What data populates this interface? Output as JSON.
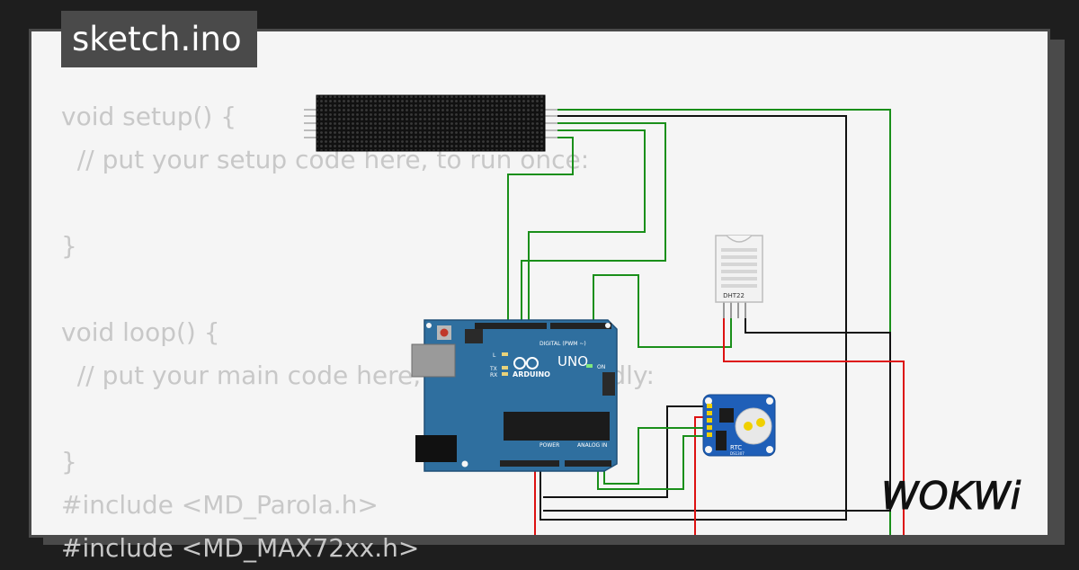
{
  "title": "sketch.ino",
  "code_lines": [
    "void setup() {",
    "  // put your setup code here, to run once:",
    "",
    "}",
    "",
    "void loop() {",
    "  // put your main code here, to run repeatedly:",
    "",
    "}",
    "#include <MD_Parola.h>",
    "#include <MD_MAX72xx.h>"
  ],
  "logo_text": "WOKWi",
  "components": {
    "arduino": {
      "brand": "ARDUINO",
      "model": "UNO",
      "digital_label": "DIGITAL (PWM ~)",
      "power_label": "POWER",
      "analog_label": "ANALOG IN",
      "on_label": "ON",
      "tx_label": "TX",
      "rx_label": "RX",
      "l_label": "L"
    },
    "dht22": {
      "label": "DHT22"
    },
    "rtc": {
      "label": "RTC",
      "chip": "DS1307"
    },
    "led_matrix": {
      "name": "MAX7219 LED Matrix"
    }
  },
  "colors": {
    "background": "#1e1e1e",
    "panel": "#f5f5f5",
    "panel_border": "#4a4a4a",
    "code_text": "#c8c8c8",
    "arduino_board": "#2f6f9f",
    "rtc_board": "#1f5fb8",
    "wire_green": "#1a8f1a",
    "wire_black": "#111111",
    "wire_red": "#dd1111"
  }
}
